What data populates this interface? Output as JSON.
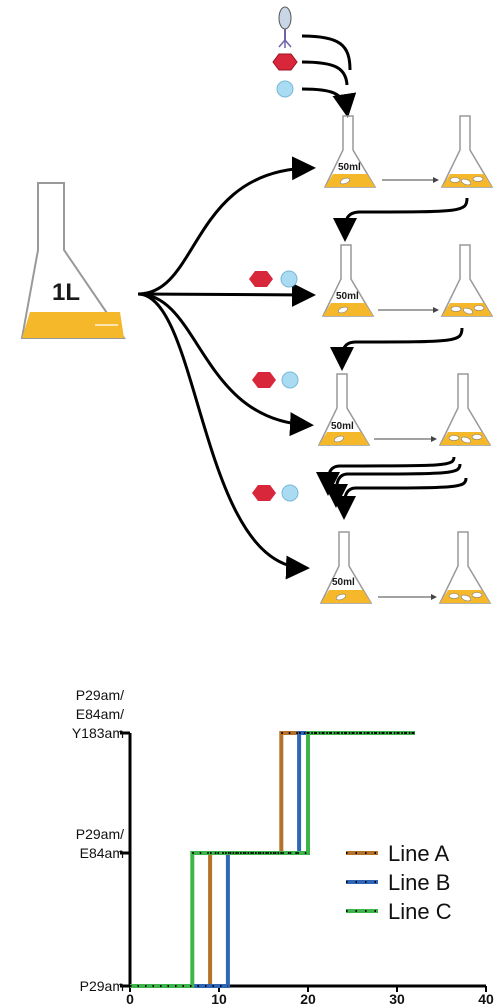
{
  "diagram": {
    "big_flask_label": "1L",
    "small_flask_label": "50ml",
    "colors": {
      "medium": "#F5B82A",
      "glass": "#9a9a9a",
      "hexagon": "#D8263A",
      "sphere": "#A9DCF2",
      "phage": "#6E63A8",
      "arrow": "#000000"
    },
    "icons": [
      "phage-icon",
      "hexagon-icon",
      "sphere-icon"
    ]
  },
  "chart_data": {
    "type": "line",
    "x_ticks": [
      "0",
      "10",
      "20",
      "30",
      "40"
    ],
    "y_labels": [
      [
        "P29am"
      ],
      [
        "P29am/",
        "E84am"
      ],
      [
        "P29am/",
        "E84am/",
        "Y183am"
      ]
    ],
    "xlim": [
      0,
      40
    ],
    "series": [
      {
        "name": "Line A",
        "color": "#B5722A",
        "x": [
          0,
          9,
          9,
          17,
          17,
          32
        ],
        "y": [
          0,
          0,
          1,
          1,
          2,
          2
        ]
      },
      {
        "name": "Line B",
        "color": "#2F66B8",
        "x": [
          0,
          11,
          11,
          19,
          19,
          32
        ],
        "y": [
          0,
          0,
          1,
          1,
          2,
          2
        ]
      },
      {
        "name": "Line C",
        "color": "#3DB54A",
        "x": [
          0,
          7,
          7,
          20,
          20,
          32
        ],
        "y": [
          0,
          0,
          1,
          1,
          2,
          2
        ]
      }
    ],
    "legend_position": "right"
  }
}
